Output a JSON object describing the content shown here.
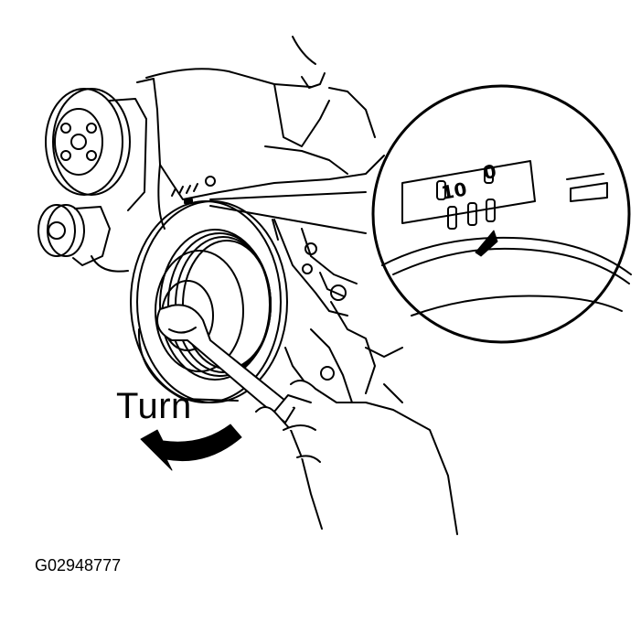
{
  "diagram": {
    "turn_label": "Turn",
    "figure_id": "G02948777",
    "timing_scale_numbers": [
      "10",
      "0"
    ]
  }
}
